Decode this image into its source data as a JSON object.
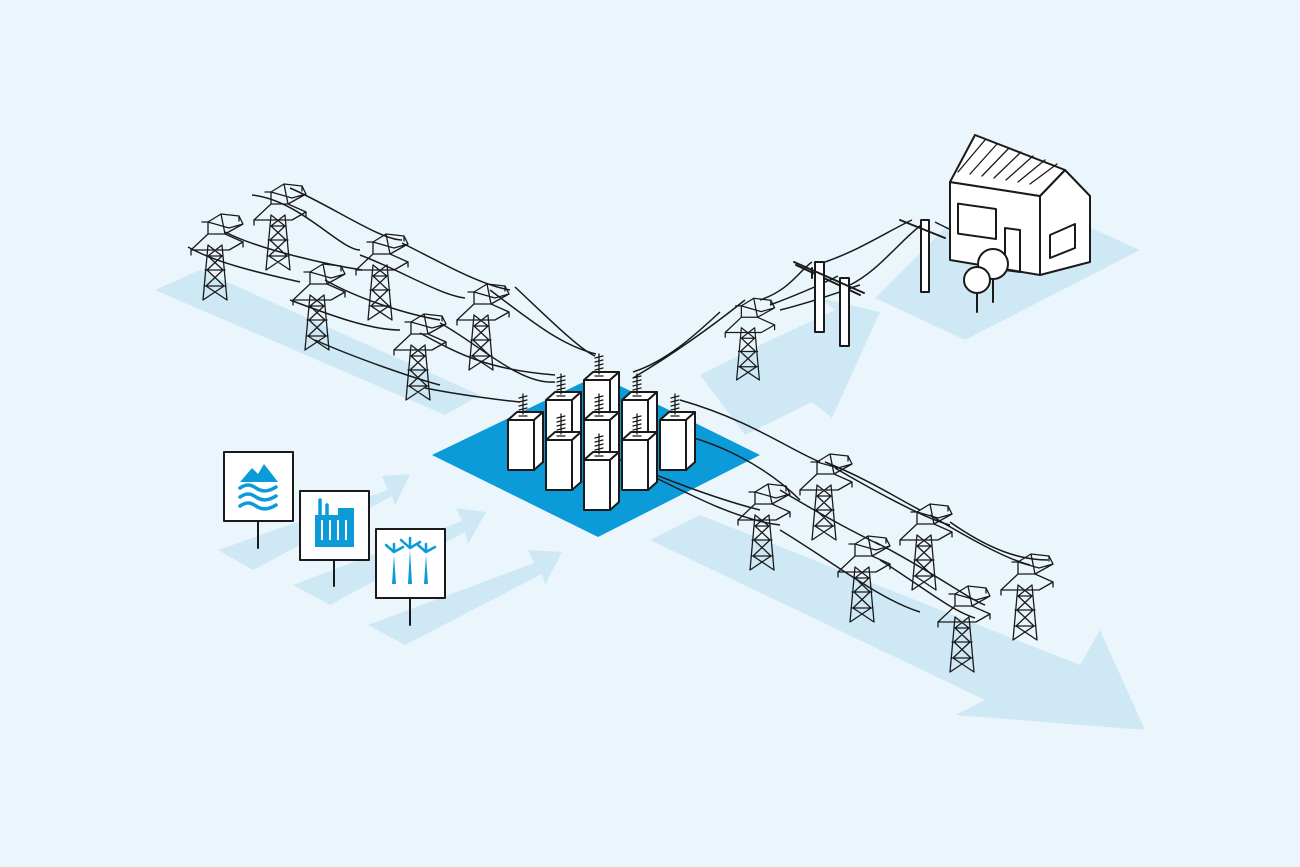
{
  "illustration": {
    "colors": {
      "background": "#ebf6fc",
      "flow_arrows": "#cfe8f6",
      "substation_pad": "#0b9bd9",
      "line_art": "#1a1a1a"
    },
    "sources": [
      {
        "icon": "hydro-icon"
      },
      {
        "icon": "factory-icon"
      },
      {
        "icon": "wind-turbines-icon"
      }
    ],
    "elements": [
      "transmission-towers",
      "substation",
      "distribution-poles",
      "house"
    ]
  }
}
